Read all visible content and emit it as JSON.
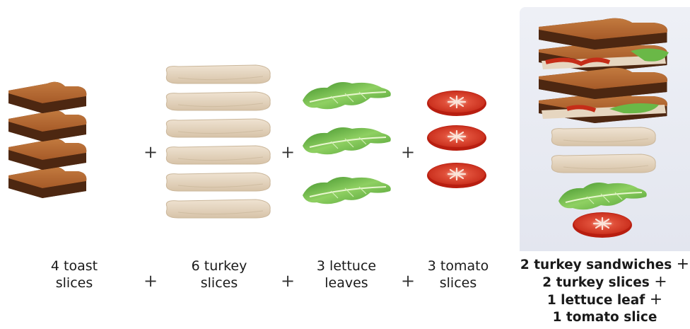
{
  "ingredients": [
    {
      "name": "toast",
      "label_line1": "4 toast",
      "label_line2": "slices",
      "count": 4
    },
    {
      "name": "turkey",
      "label_line1": "6 turkey",
      "label_line2": "slices",
      "count": 6
    },
    {
      "name": "lettuce",
      "label_line1": "3 lettuce",
      "label_line2": "leaves",
      "count": 3
    },
    {
      "name": "tomato",
      "label_line1": "3 tomato",
      "label_line2": "slices",
      "count": 3
    }
  ],
  "plus_symbol": "+",
  "result": {
    "line1": "2 turkey sandwiches",
    "line2": "2 turkey slices",
    "line3": "1 lettuce leaf",
    "line4": "1 tomato slice",
    "plus": "+"
  },
  "colors": {
    "toast_crust": "#6b3d1e",
    "toast_crumb": "#b56a34",
    "turkey": "#e6d6c0",
    "lettuce": "#5aa63a",
    "tomato": "#d8321f",
    "panel_bg": "#e6e9f1"
  }
}
